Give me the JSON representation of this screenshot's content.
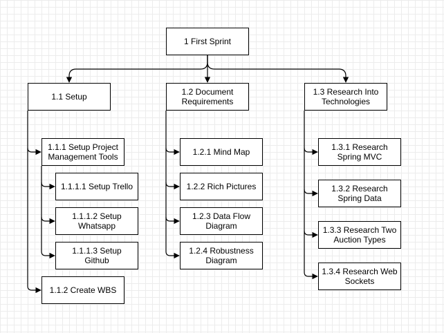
{
  "diagram": {
    "root": "1 First Sprint",
    "branches": [
      {
        "label": "1.1 Setup",
        "children": [
          {
            "label": "1.1.1 Setup Project Management Tools",
            "children": [
              {
                "label": "1.1.1.1 Setup Trello"
              },
              {
                "label": "1.1.1.2 Setup Whatsapp"
              },
              {
                "label": "1.1.1.3 Setup Github"
              }
            ]
          },
          {
            "label": "1.1.2 Create WBS"
          }
        ]
      },
      {
        "label": "1.2 Document Requirements",
        "children": [
          {
            "label": "1.2.1 Mind Map"
          },
          {
            "label": "1.2.2 Rich Pictures"
          },
          {
            "label": "1.2.3 Data Flow Diagram"
          },
          {
            "label": "1.2.4 Robustness Diagram"
          }
        ]
      },
      {
        "label": "1.3 Research Into Technologies",
        "children": [
          {
            "label": "1.3.1 Research Spring MVC"
          },
          {
            "label": "1.3.2 Research Spring Data"
          },
          {
            "label": "1.3.3 Research Two Auction Types"
          },
          {
            "label": "1.3.4 Research Web Sockets"
          }
        ]
      }
    ]
  }
}
